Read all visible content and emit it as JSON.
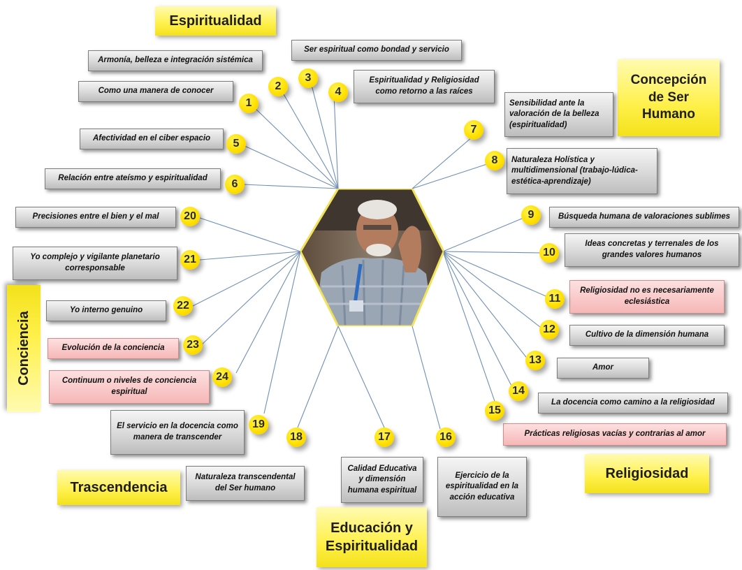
{
  "categories": {
    "espiritualidad": "Espiritualidad",
    "concepcion": "Concepción de Ser Humano",
    "conciencia": "Conciencia",
    "trascendencia": "Trascendencia",
    "educacion": "Educación y Espiritualidad",
    "religiosidad": "Religiosidad"
  },
  "items": [
    {
      "n": "1",
      "text": "Como una manera de conocer"
    },
    {
      "n": "2",
      "text": "Armonía, belleza e integración sistémica"
    },
    {
      "n": "3",
      "text": "Ser espiritual como bondad y servicio"
    },
    {
      "n": "4",
      "text": "Espiritualidad y Religiosidad como retorno a las raíces"
    },
    {
      "n": "5",
      "text": "Afectividad en el ciber espacio"
    },
    {
      "n": "6",
      "text": "Relación entre ateísmo y espiritualidad"
    },
    {
      "n": "7",
      "text": "Sensibilidad ante la valoración de la belleza (espiritualidad)"
    },
    {
      "n": "8",
      "text": "Naturaleza Holística y multidimensional (trabajo-lúdica-estética-aprendizaje)"
    },
    {
      "n": "9",
      "text": "Búsqueda humana de valoraciones sublimes"
    },
    {
      "n": "10",
      "text": "Ideas concretas y terrenales de los grandes valores humanos"
    },
    {
      "n": "11",
      "text": "Religiosidad no es necesariamente eclesiástica"
    },
    {
      "n": "12",
      "text": "Cultivo de la dimensión humana"
    },
    {
      "n": "13",
      "text": "Amor"
    },
    {
      "n": "14",
      "text": "La docencia como camino a la religiosidad"
    },
    {
      "n": "15",
      "text": "Prácticas religiosas vacías y contrarias al amor"
    },
    {
      "n": "16",
      "text": "Ejercicio de la espiritualidad en la acción educativa"
    },
    {
      "n": "17",
      "text": "Calidad Educativa y dimensión humana espiritual"
    },
    {
      "n": "18",
      "text": "Naturaleza transcendental del Ser humano"
    },
    {
      "n": "19",
      "text": "El servicio en la docencia como manera de transcender"
    },
    {
      "n": "20",
      "text": "Precisiones entre el bien y el mal"
    },
    {
      "n": "21",
      "text": "Yo complejo y vigilante planetario corresponsable"
    },
    {
      "n": "22",
      "text": "Yo interno genuino"
    },
    {
      "n": "23",
      "text": "Evolución de la conciencia"
    },
    {
      "n": "24",
      "text": "Continuum o niveles de conciencia espiritual"
    }
  ]
}
